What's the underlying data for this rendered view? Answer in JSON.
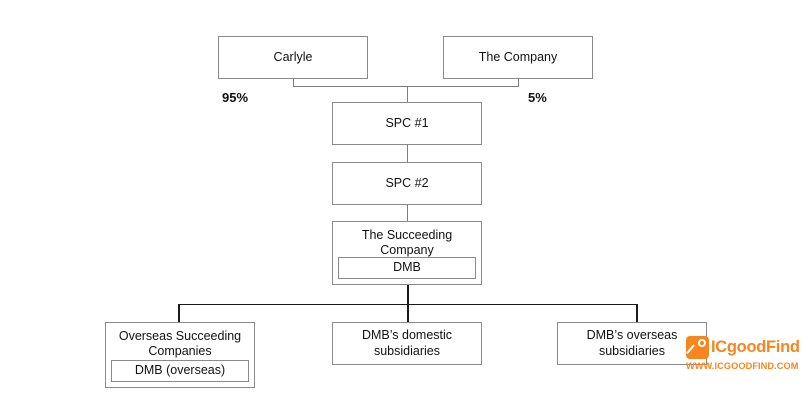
{
  "diagram": {
    "title": "Corporate ownership and succession structure chart",
    "background_color": "#ffffff",
    "box_border_color": "#8a8a8a",
    "connector_color": "#7d7d7d",
    "connector_color_dark": "#1a1a1a",
    "nodes": {
      "carlyle": {
        "label": "Carlyle"
      },
      "the_company": {
        "label": "The Company"
      },
      "spc1": {
        "label": "SPC #1"
      },
      "spc2": {
        "label": "SPC #2"
      },
      "succeeding_company": {
        "label": "The Succeeding\nCompany",
        "inner_label": "DMB"
      },
      "overseas_succeeding": {
        "label": "Overseas Succeeding\nCompanies",
        "inner_label": "DMB (overseas)"
      },
      "domestic_subs": {
        "label": "DMB’s domestic\nsubsidiaries"
      },
      "overseas_subs": {
        "label": "DMB’s overseas\nsubsidiaries"
      }
    },
    "ownership_labels": {
      "carlyle_share": "95%",
      "the_company_share": "5%"
    }
  },
  "watermark": {
    "brand": "ICgoodFind",
    "url": "WWW.ICGOODFIND.COM",
    "accent_color": "#f6861f",
    "icon": "magnifier-icon"
  }
}
